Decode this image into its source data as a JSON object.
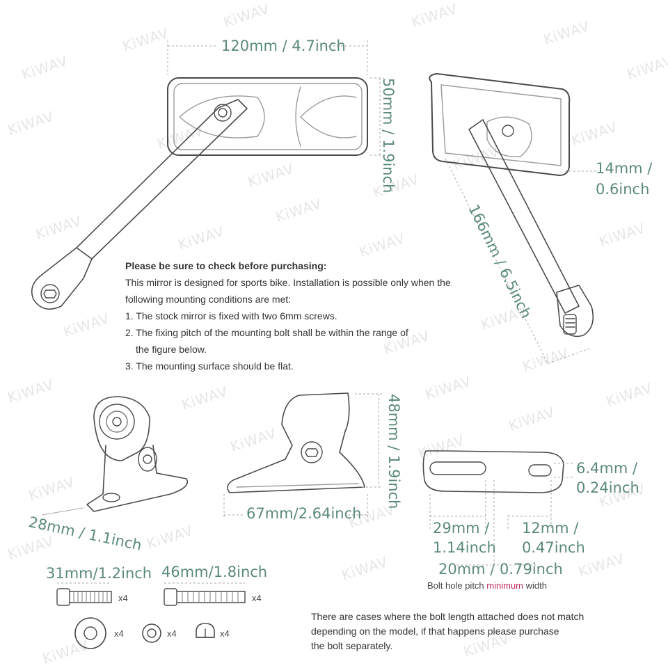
{
  "watermark": "KiWAV",
  "mirror_dims": {
    "width": "120mm / 4.7inch",
    "height": "50mm / 1.9inch",
    "depth": "14mm / 0.6inch",
    "length": "166mm / 6.5inch"
  },
  "bracket_dims": {
    "base_width": "28mm / 1.1inch",
    "length": "67mm/2.64inch",
    "height": "48mm / 1.9inch"
  },
  "plate_dims": {
    "slot_height": "6.4mm / 0.24inch",
    "left_slot": "29mm / 1.14inch",
    "right_slot": "12mm / 0.47inch",
    "min_pitch": "20mm / 0.79inch"
  },
  "caption": {
    "pre": "Bolt hole pitch ",
    "highlight": "minimum",
    "post": " width"
  },
  "notice": {
    "title": "Please be sure to check before purchasing:",
    "intro_1": "This mirror is designed for sports bike. Installation is possible only when the",
    "intro_2": "following mounting conditions are met:",
    "item_1": "1. The stock mirror is fixed with two 6mm screws.",
    "item_2a": "2. The fixing pitch of the mounting bolt shall be within the range of",
    "item_2b": "the figure below.",
    "item_3": "3. The mounting surface should be flat."
  },
  "hardware": {
    "bolt_short": "31mm/1.2inch",
    "bolt_long": "46mm/1.8inch",
    "qty_bolt_short": "x4",
    "qty_bolt_long": "x4",
    "qty_washer_large": "x4",
    "qty_washer_small": "x4",
    "qty_nut": "x4"
  },
  "note": {
    "line1": "There are cases where the bolt length attached does not match",
    "line2": "depending on the model, if that happens please purchase",
    "line3": "the bolt separately."
  },
  "colors": {
    "dimension_text": "#5b8a78",
    "highlight": "#c02860",
    "line_art": "#4a4a4a"
  }
}
